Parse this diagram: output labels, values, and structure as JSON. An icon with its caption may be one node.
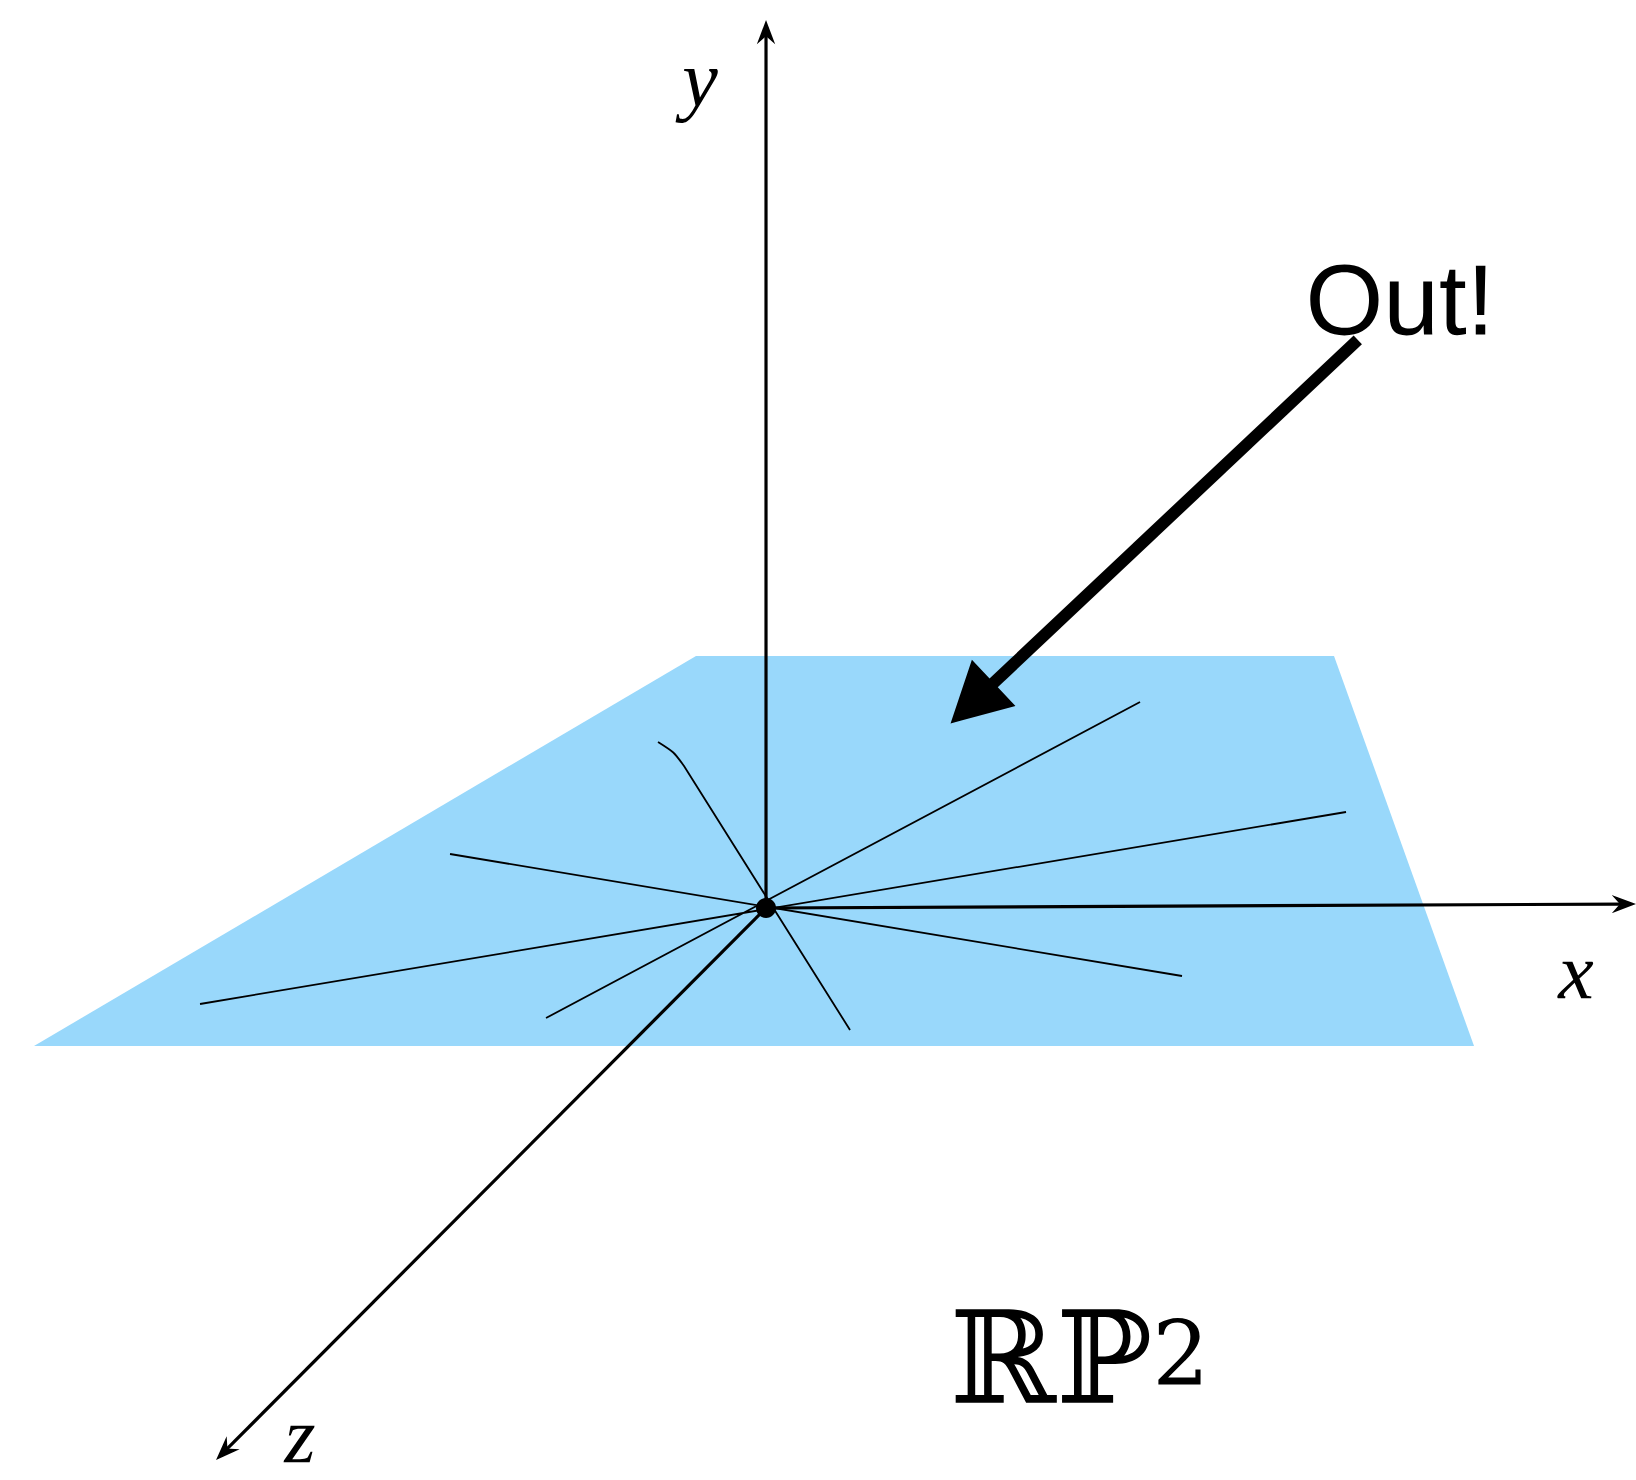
{
  "diagram": {
    "nodes": [
      {
        "text": [
          "Out!"
        ]
      },
      {
        "text": [],
        "shape": "trapezoid"
      }
    ],
    "edges": [
      {
        "from": 0,
        "to": 1,
        "arrow": "to"
      }
    ],
    "labels": [
      "y",
      "x",
      "z",
      "ℝℙ$^{2}$"
    ]
  }
}
